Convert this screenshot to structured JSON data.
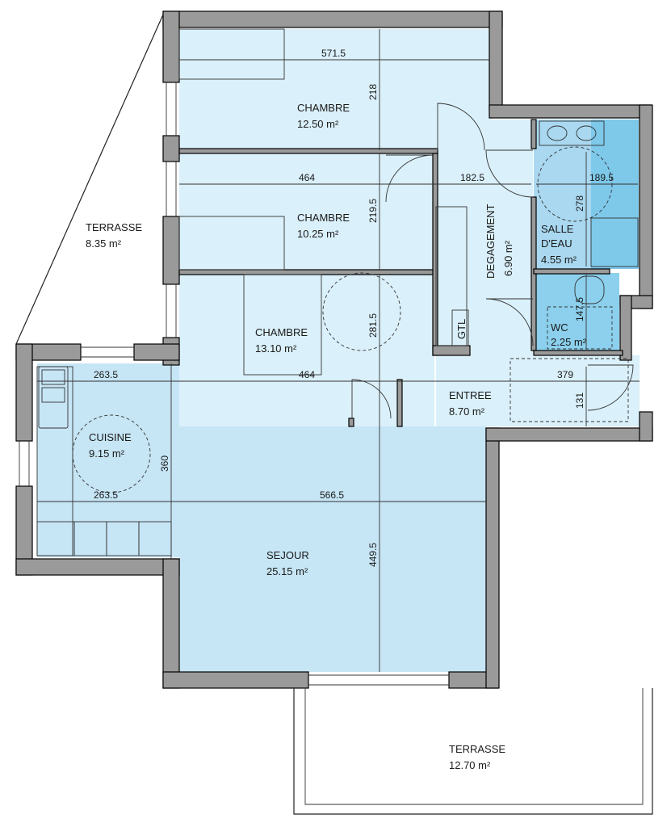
{
  "rooms": {
    "chambre1": {
      "name": "CHAMBRE",
      "area": "12.50 m²"
    },
    "chambre2": {
      "name": "CHAMBRE",
      "area": "10.25 m²"
    },
    "chambre3": {
      "name": "CHAMBRE",
      "area": "13.10 m²"
    },
    "terrasse_left": {
      "name": "TERRASSE",
      "area": "8.35 m²"
    },
    "cuisine": {
      "name": "CUISINE",
      "area": "9.15 m²"
    },
    "degagement": {
      "name": "DEGAGEMENT",
      "area": "6.90 m²"
    },
    "salle_deau": {
      "line1": "SALLE",
      "line2": "D'EAU",
      "area": "4.55 m²"
    },
    "wc": {
      "name": "WC",
      "area": "2.25 m²"
    },
    "entree": {
      "name": "ENTREE",
      "area": "8.70 m²"
    },
    "sejour": {
      "name": "SEJOUR",
      "area": "25.15 m²"
    },
    "terrasse_bottom": {
      "name": "TERRASSE",
      "area": "12.70 m²"
    }
  },
  "dimensions": {
    "d571_5": "571.5",
    "d218": "218",
    "d464_a": "464",
    "d219_5": "219.5",
    "d182_5": "182.5",
    "d189_5": "189.5",
    "d278": "278",
    "d281_5": "281.5",
    "d464_b": "464",
    "d263_5_a": "263.5",
    "d379": "379",
    "d131": "131",
    "d147_5": "147.5",
    "d360": "360",
    "d263_5_b": "263.5",
    "d566_5": "566.5",
    "d449_5": "449.5"
  },
  "labels": {
    "gtl": "GTL"
  },
  "colors": {
    "bedroom": "#daf0fa",
    "living": "#c6e5f5",
    "hall": "#c6e5f5",
    "wet": "#a9d8f0",
    "wet_dark": "#5bbce6",
    "wall": "#9a9a9a"
  }
}
